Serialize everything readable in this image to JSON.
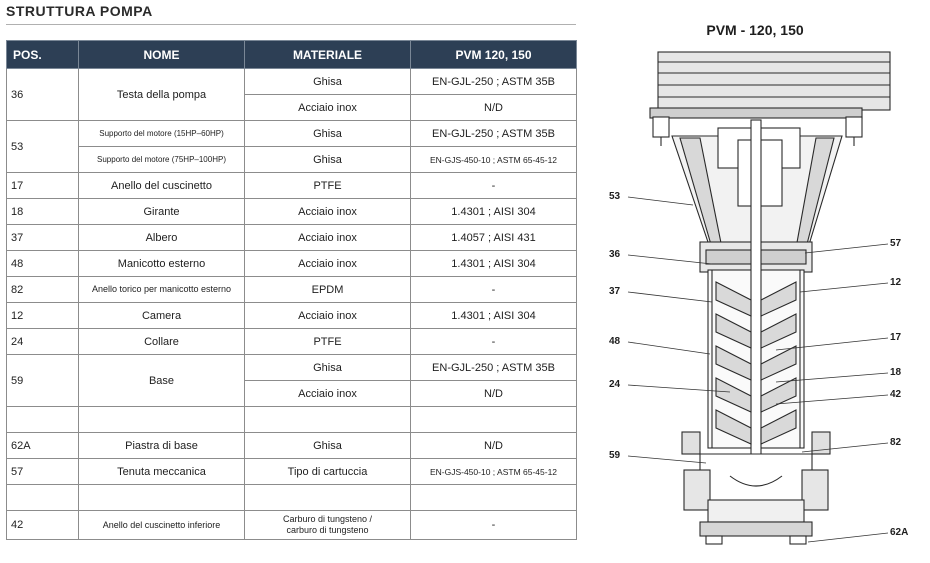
{
  "section_title": "STRUTTURA POMPA",
  "table": {
    "headers": {
      "pos": "POS.",
      "nome": "NOME",
      "materiale": "MATERIALE",
      "pvm": "PVM 120, 150"
    },
    "rows": [
      {
        "pos": "36",
        "nome": "Testa della pompa",
        "materiale": "Ghisa",
        "pvm": "EN-GJL-250 ; ASTM 35B"
      },
      {
        "materiale": "Acciaio inox",
        "pvm": "N/D"
      },
      {
        "pos": "53",
        "nome": "Supporto del motore (15HP–60HP)",
        "materiale": "Ghisa",
        "pvm": "EN-GJL-250 ; ASTM 35B"
      },
      {
        "nome": "Supporto del motore (75HP–100HP)",
        "materiale": "Ghisa",
        "pvm": "EN-GJS-450-10 ; ASTM 65-45-12"
      },
      {
        "pos": "17",
        "nome": "Anello del cuscinetto",
        "materiale": "PTFE",
        "pvm": "-"
      },
      {
        "pos": "18",
        "nome": "Girante",
        "materiale": "Acciaio inox",
        "pvm": "1.4301 ; AISI 304"
      },
      {
        "pos": "37",
        "nome": "Albero",
        "materiale": "Acciaio inox",
        "pvm": "1.4057 ; AISI 431"
      },
      {
        "pos": "48",
        "nome": "Manicotto esterno",
        "materiale": "Acciaio inox",
        "pvm": "1.4301 ; AISI 304"
      },
      {
        "pos": "82",
        "nome": "Anello torico per manicotto esterno",
        "materiale": "EPDM",
        "pvm": "-"
      },
      {
        "pos": "12",
        "nome": "Camera",
        "materiale": "Acciaio inox",
        "pvm": "1.4301 ; AISI 304"
      },
      {
        "pos": "24",
        "nome": "Collare",
        "materiale": "PTFE",
        "pvm": "-"
      },
      {
        "pos": "59",
        "nome": "Base",
        "materiale": "Ghisa",
        "pvm": "EN-GJL-250 ; ASTM 35B"
      },
      {
        "materiale": "Acciaio inox",
        "pvm": "N/D"
      },
      {
        "pos": "",
        "nome": "",
        "materiale": "",
        "pvm": ""
      },
      {
        "pos": "62A",
        "nome": "Piastra di base",
        "materiale": "Ghisa",
        "pvm": "N/D"
      },
      {
        "pos": "57",
        "nome": "Tenuta meccanica",
        "materiale": "Tipo di cartuccia",
        "pvm": "EN-GJS-450-10 ; ASTM 65-45-12"
      },
      {
        "pos": "",
        "nome": "",
        "materiale": "",
        "pvm": ""
      },
      {
        "pos": "42",
        "nome": "Anello del cuscinetto inferiore",
        "materiale_1": "Carburo di tungsteno /",
        "materiale_2": "carburo di tungsteno",
        "pvm": "-"
      }
    ]
  },
  "diagram": {
    "title": "PVM - 120, 150",
    "labels_left": [
      "53",
      "36",
      "37",
      "48",
      "24",
      "59"
    ],
    "labels_right": [
      "57",
      "12",
      "17",
      "18",
      "42",
      "82",
      "62A"
    ]
  }
}
